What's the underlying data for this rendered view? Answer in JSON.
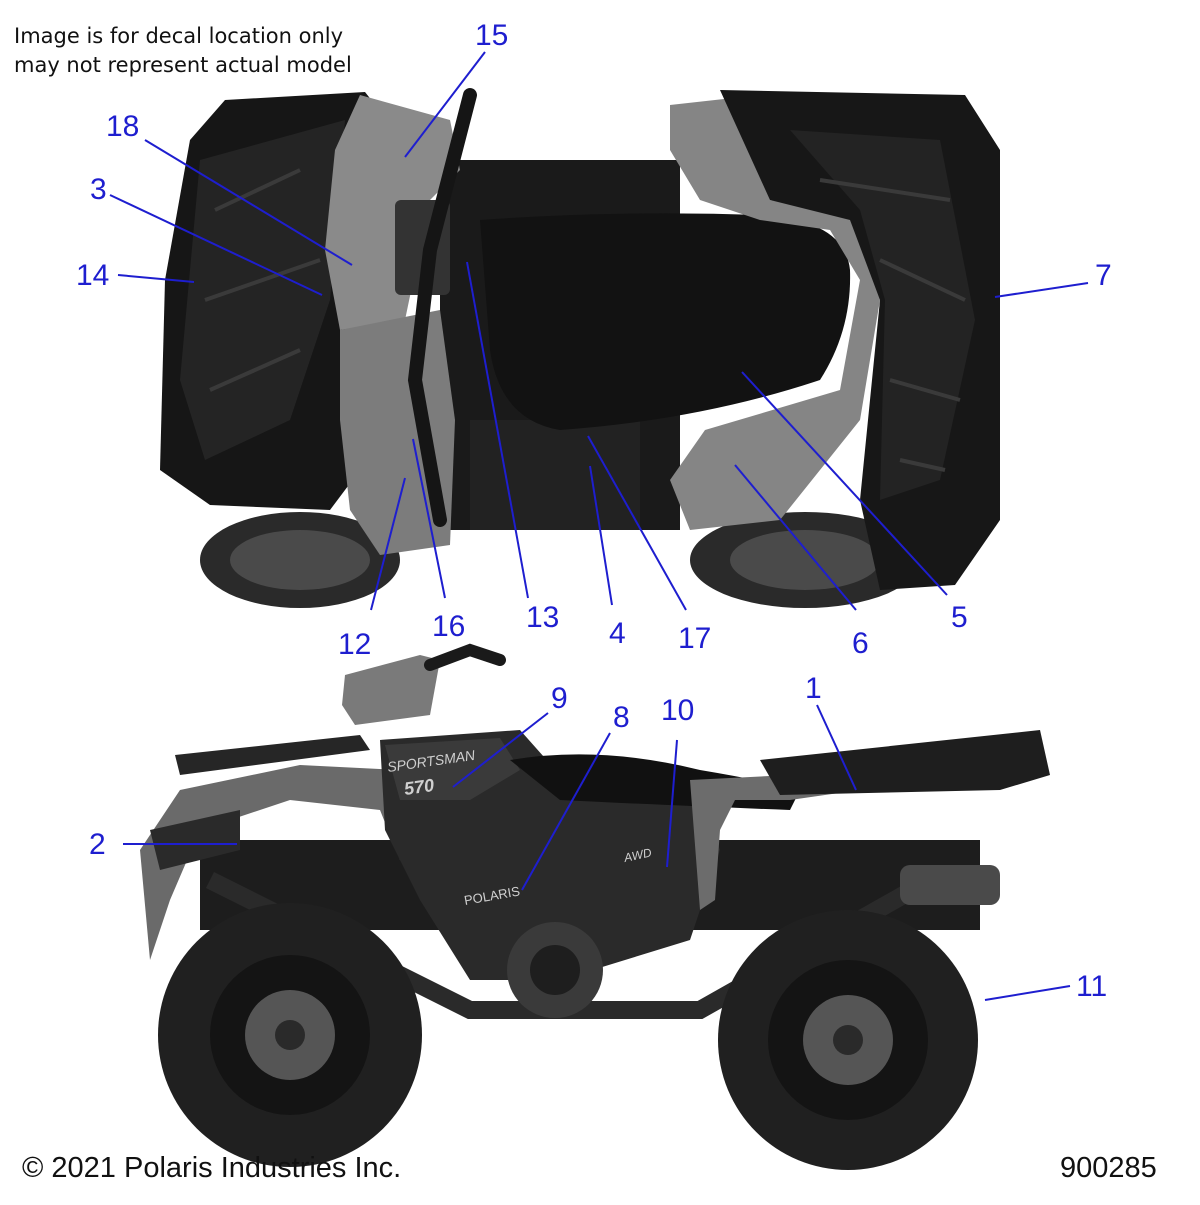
{
  "notice": {
    "line1": "Image is for decal location only",
    "line2": "may not represent actual model"
  },
  "footer": {
    "copyright": "© 2021 Polaris Industries Inc.",
    "figure_number": "900285"
  },
  "decals": {
    "sportsman_text": "SPORTSMAN",
    "model_text": "570",
    "brand_text": "POLARIS",
    "badge_text": "AWD"
  },
  "callouts": {
    "c1": "1",
    "c2": "2",
    "c3": "3",
    "c4": "4",
    "c5": "5",
    "c6": "6",
    "c7": "7",
    "c8": "8",
    "c9": "9",
    "c10": "10",
    "c11": "11",
    "c12": "12",
    "c13": "13",
    "c14": "14",
    "c15": "15",
    "c16": "16",
    "c17": "17",
    "c18": "18"
  },
  "colors": {
    "callout": "#1e1ecf",
    "body_dark": "#1c1c1c",
    "body_mid": "#6d6d6d",
    "body_light": "#9a9a9a"
  }
}
